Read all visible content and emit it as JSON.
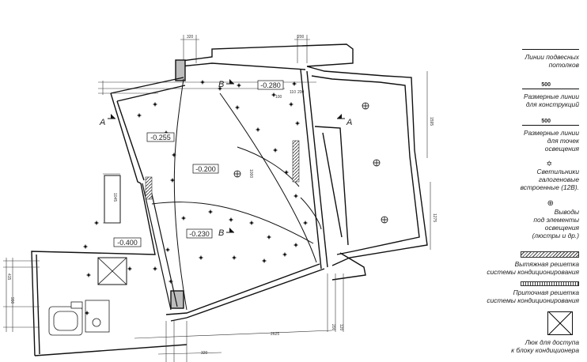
{
  "plan": {
    "levels": [
      "-0.280",
      "-0.255",
      "-0.200",
      "-0.230",
      "-0.400"
    ],
    "section_marks": [
      "A",
      "A",
      "B",
      "B"
    ],
    "dimensions": [
      "320",
      "200",
      "100",
      "110",
      "200",
      "1595",
      "1275",
      "1000",
      "1045",
      "415",
      "990",
      "2625",
      "320",
      "200",
      "120"
    ]
  },
  "legend": {
    "items": [
      {
        "num": "",
        "text": [
          "Линии подвесных",
          "потолков"
        ]
      },
      {
        "num": "500",
        "text": [
          "Размерные линии",
          "для конструкций"
        ]
      },
      {
        "num": "500",
        "text": [
          "Размерные линии",
          "для точек",
          "освещения"
        ]
      },
      {
        "num": "",
        "text": [
          "Светильники",
          "галогеновые",
          "встроенные (12В)."
        ]
      },
      {
        "num": "",
        "text": [
          "Выводы",
          "под элементы",
          "освещения",
          "(люстры и др.)"
        ]
      },
      {
        "num": "",
        "text": [
          "Вытяжная решетка",
          "системы кондиционирования"
        ]
      },
      {
        "num": "",
        "text": [
          "Приточная решетка",
          "системы кондиционирования"
        ]
      },
      {
        "num": "",
        "text": [
          "Люк для доступа",
          "к блоку кондиционера"
        ]
      }
    ]
  }
}
